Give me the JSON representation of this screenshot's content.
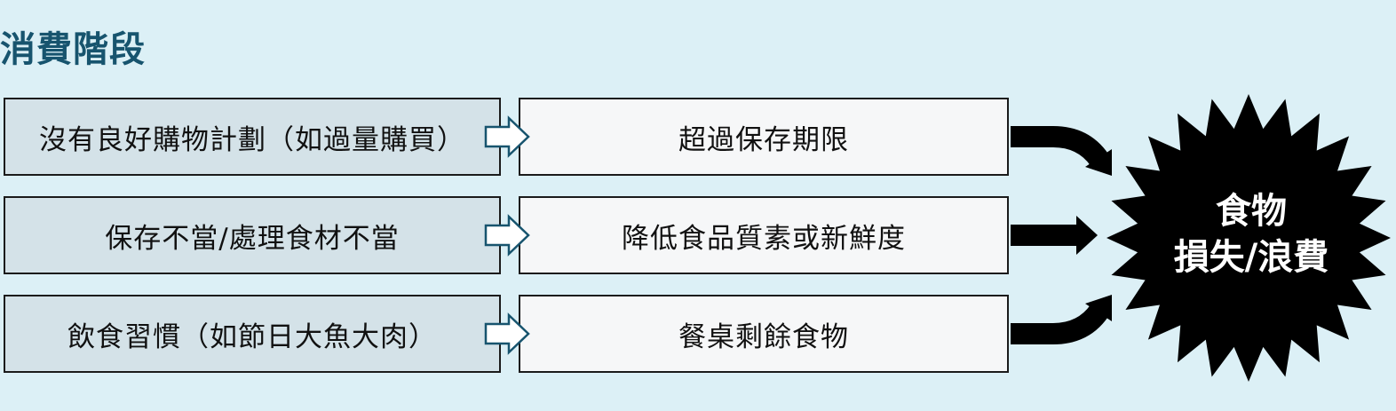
{
  "title": "消費階段",
  "rows": [
    {
      "cause": "沒有良好購物計劃（如過量購買）",
      "effect": "超過保存期限"
    },
    {
      "cause": "保存不當/處理食材不當",
      "effect": "降低食品質素或新鮮度"
    },
    {
      "cause": "飲食習慣（如節日大魚大肉）",
      "effect": "餐桌剩餘食物"
    }
  ],
  "outcome": {
    "line1": "食物",
    "line2": "損失/浪費"
  },
  "colors": {
    "background": "#dcf0f6",
    "title": "#17546e",
    "cause_box": "#d4e2e8",
    "effect_box": "#f6f7f8",
    "arrow_outline": "#17546e",
    "burst": "#000000"
  }
}
